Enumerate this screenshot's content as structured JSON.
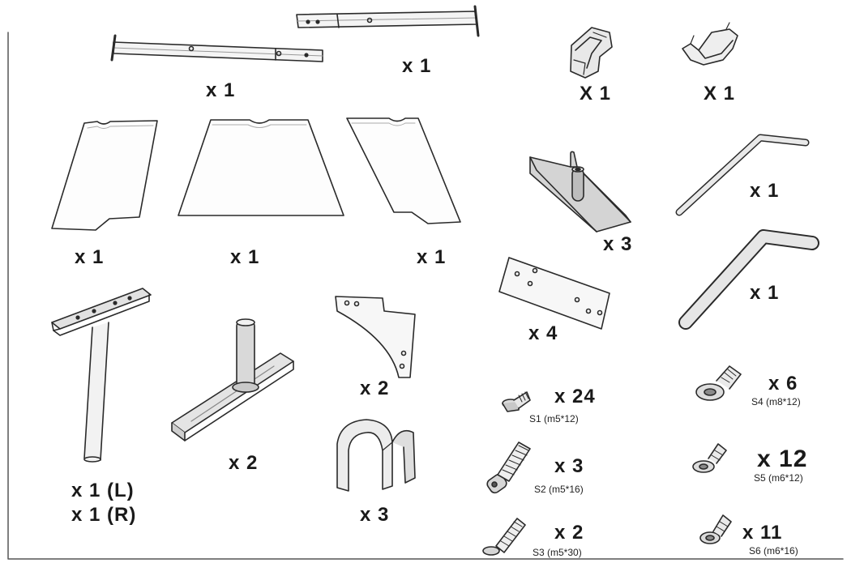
{
  "parts": {
    "crossbar_top": {
      "qty": "x 1"
    },
    "crossbar_bottom": {
      "qty": "x 1"
    },
    "clip_a": {
      "qty": "X 1"
    },
    "clip_b": {
      "qty": "X 1"
    },
    "panel_left": {
      "qty": "x 1"
    },
    "panel_center": {
      "qty": "x 1"
    },
    "panel_right": {
      "qty": "x 1"
    },
    "foot_plate": {
      "qty": "x 3"
    },
    "allen_key_small": {
      "qty": "x 1"
    },
    "allen_key_large": {
      "qty": "x 1"
    },
    "flat_plate": {
      "qty": "x 4"
    },
    "leg": {
      "qty_left": "x 1 (L)",
      "qty_right": "x 1 (R)"
    },
    "base_foot": {
      "qty": "x 2"
    },
    "corner_bracket": {
      "qty": "x 2"
    },
    "pipe_clamp": {
      "qty": "x 3"
    }
  },
  "screws": [
    {
      "qty": "x 24",
      "code": "S1 (m5*12)"
    },
    {
      "qty": "x 3",
      "code": "S2 (m5*16)"
    },
    {
      "qty": "x 2",
      "code": "S3 (m5*30)"
    },
    {
      "qty": "x 6",
      "code": "S4 (m8*12)"
    },
    {
      "qty": "x 12",
      "code": "S5 (m6*12)"
    },
    {
      "qty": "x 11",
      "code": "S6 (m6*16)"
    }
  ]
}
